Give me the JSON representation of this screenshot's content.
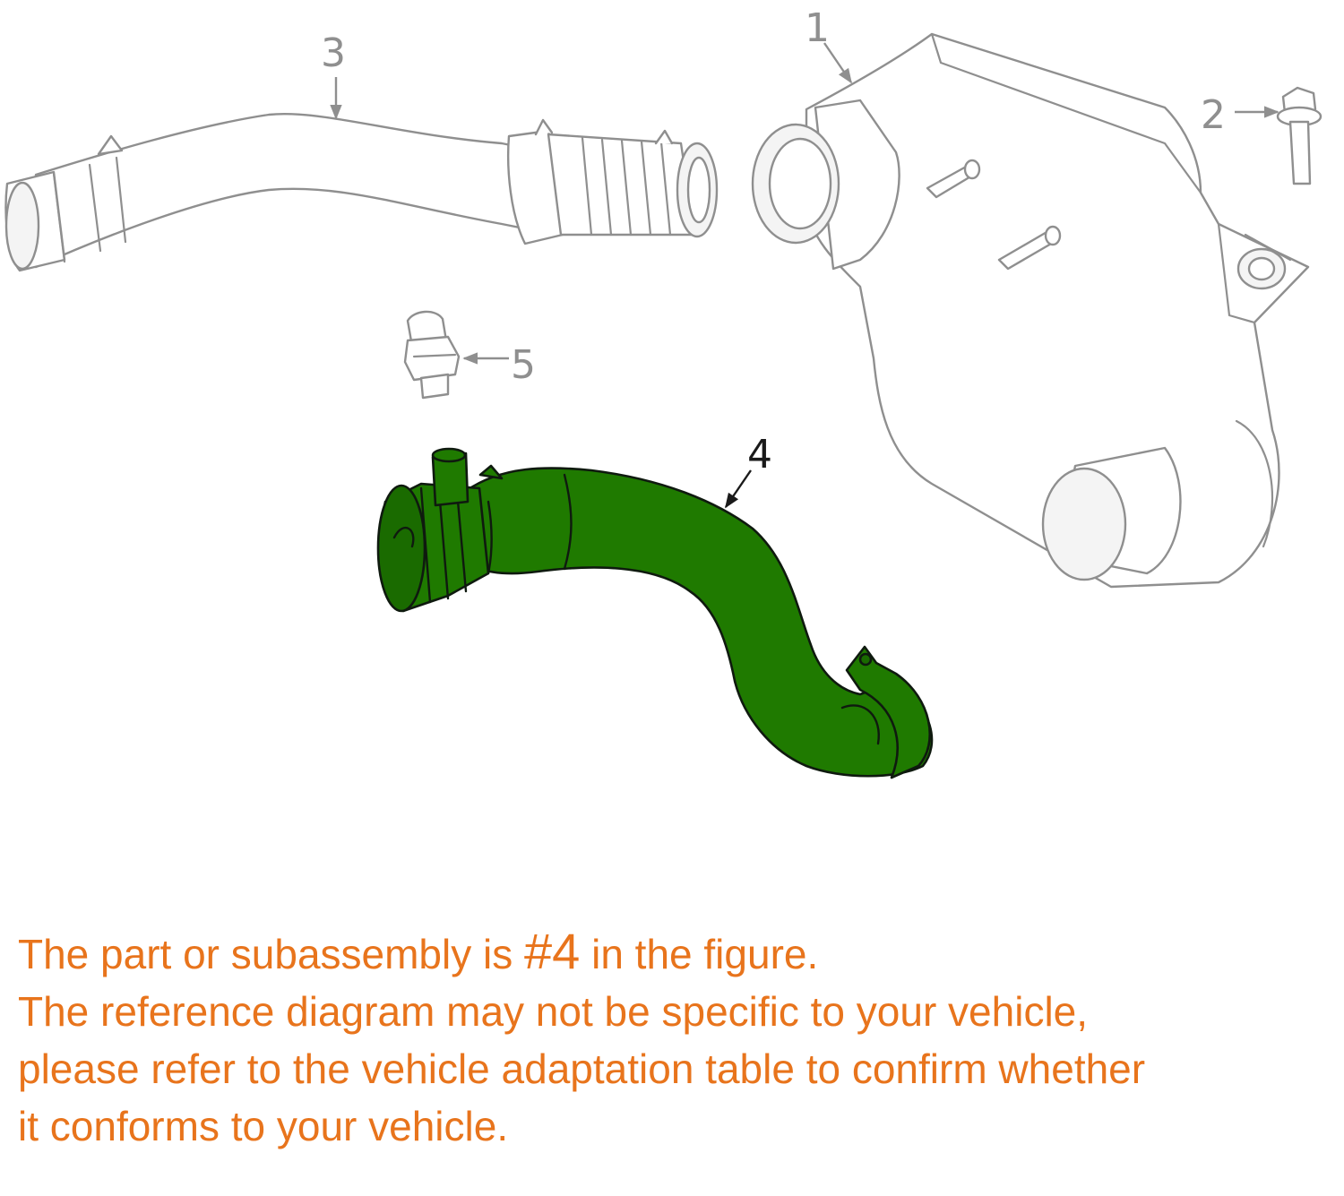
{
  "colors": {
    "highlight": "#1f7a00",
    "outline_gray": "#8f8f8f",
    "note_orange": "#e8741c",
    "callout_dark": "#1a1a1a"
  },
  "diagram": {
    "highlighted_part": "4",
    "callouts": {
      "part1": "1",
      "part2": "2",
      "part3": "3",
      "part4": "4",
      "part5": "5"
    }
  },
  "notes": {
    "line1_before": "The part or subassembly is ",
    "line1_part": "#4",
    "line1_after": " in the figure.",
    "line2": "The reference diagram may not be specific to your vehicle,",
    "line3": "please refer to the vehicle adaptation table to confirm whether",
    "line4": "it conforms to your vehicle."
  }
}
